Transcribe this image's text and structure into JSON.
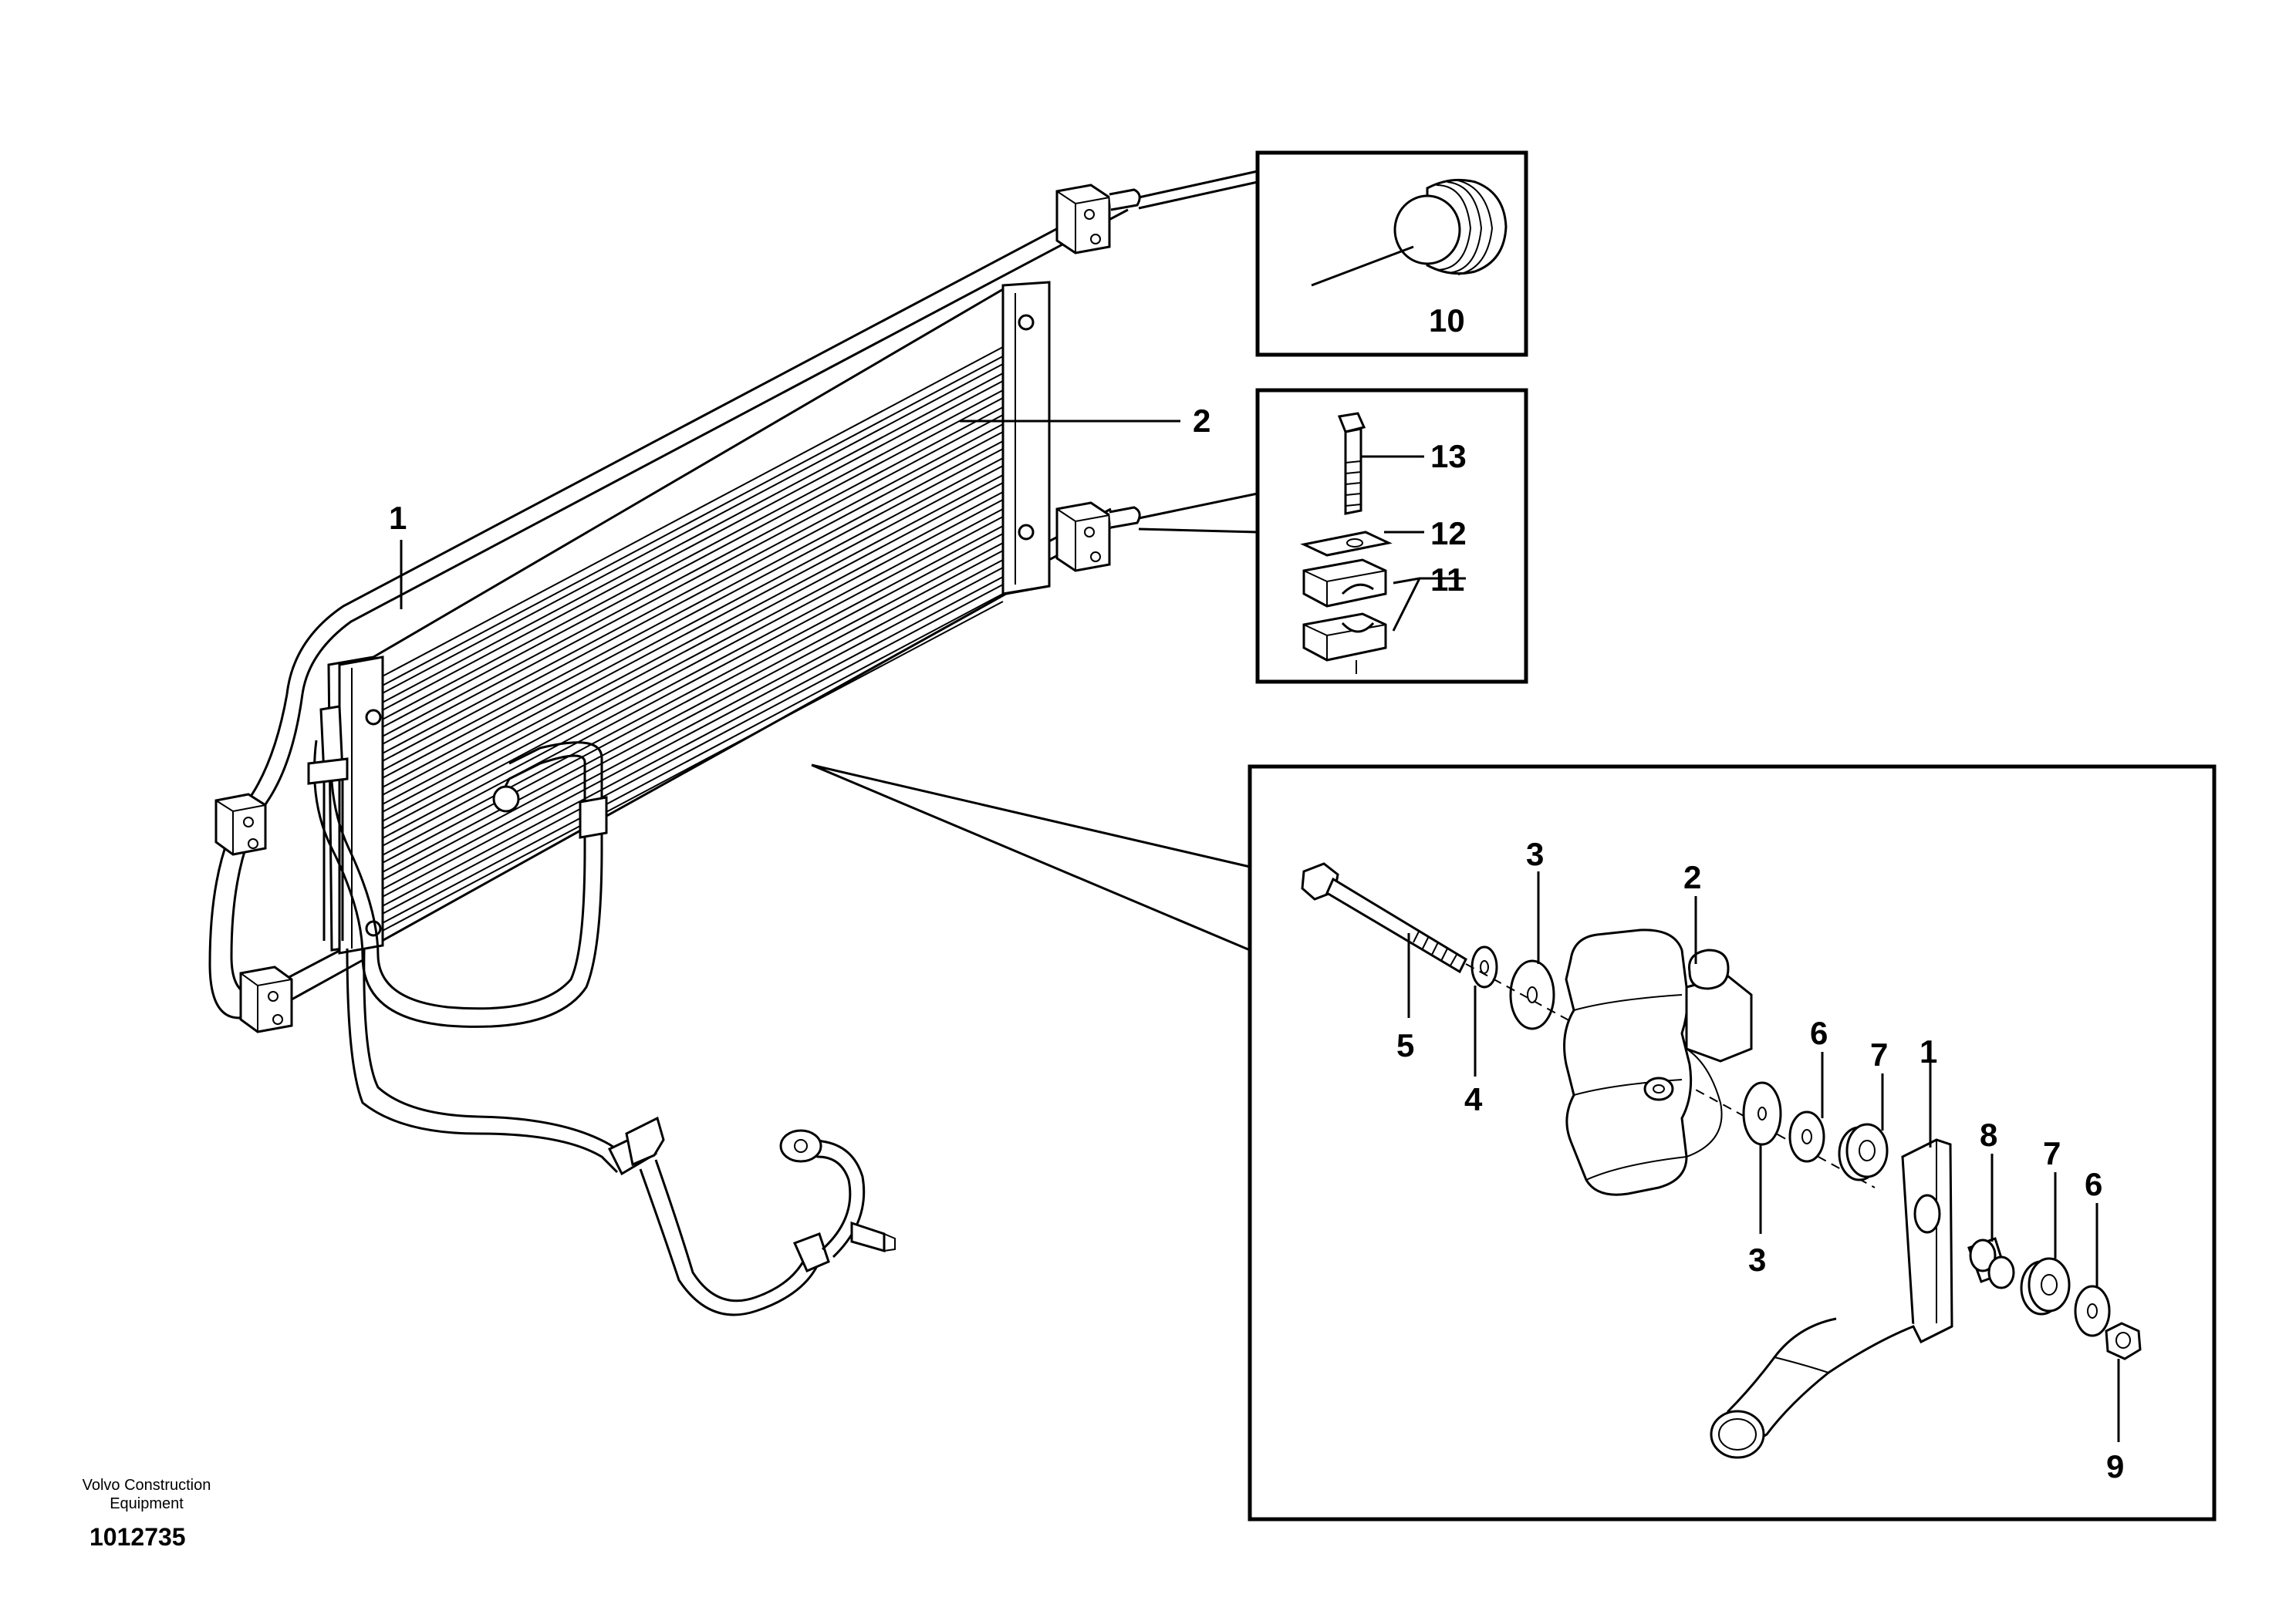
{
  "publisher": {
    "line1": "Volvo Construction",
    "line2": "Equipment"
  },
  "drawing_number": "1012735",
  "main_view": {
    "labels": {
      "condenser_assembly": "1",
      "condenser_core": "2"
    }
  },
  "detail_plug": {
    "labels": {
      "plug": "10"
    }
  },
  "detail_clamp": {
    "labels": {
      "bolt": "13",
      "plate": "12",
      "clamp_halves": "11"
    }
  },
  "detail_mount": {
    "labels": {
      "washer_top": "3",
      "block": "2",
      "bolt": "5",
      "washer_small": "4",
      "washer_mid": "3",
      "spacer_left": "6",
      "bushing_left": "7",
      "bracket": "1",
      "sleeve": "8",
      "bushing_right": "7",
      "spacer_right": "6",
      "nut": "9"
    }
  }
}
